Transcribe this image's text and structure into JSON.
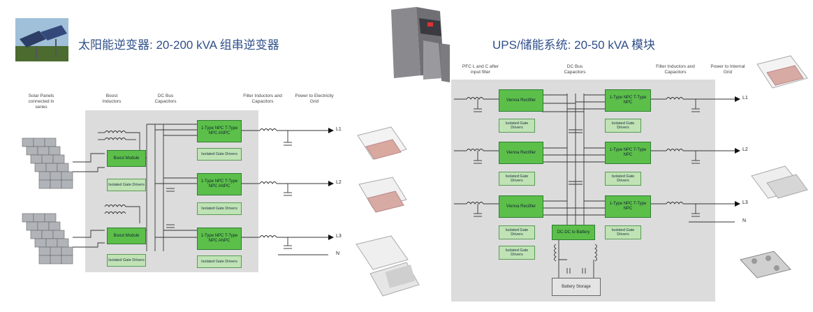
{
  "left": {
    "title": "太阳能逆变器: 20-200 kVA 组串逆变器",
    "labels": {
      "solar_panels": "Solar Panels connected in series",
      "boost_inductors": "Boost Inductors",
      "dc_bus": "DC Bus Capacitors",
      "filter": "Filter Inductors and Capacitors",
      "power_to": "Power to Electricity Grid"
    },
    "boost_label": "Boost Module",
    "boost_driver": "Isolated Gate Drivers",
    "inverter_label": "1-Type NPC T-Type NPC ANPC",
    "inverter_driver": "Isolated Gate Drivers",
    "lines": [
      "L1",
      "L2",
      "L3",
      "N"
    ]
  },
  "right": {
    "title": "UPS/储能系统: 20-50 kVA 模块",
    "labels": {
      "pfc": "PFC L and C after input filter",
      "dc_bus": "DC Bus Capacitors",
      "filter": "Filter Inductors and Capacitors",
      "power_to": "Power to Internal Grid"
    },
    "rectifier_label": "Vienna Rectifier",
    "rectifier_driver": "Isolated Gate Drivers",
    "inverter_label": "1-Type NPC T-Type NPC",
    "inverter_driver": "Isolated Gate Drivers",
    "dcdc_label": "DC-DC to Battery",
    "battery": "Battery Storage",
    "lines": [
      "L1",
      "L2",
      "L3",
      "N"
    ]
  }
}
